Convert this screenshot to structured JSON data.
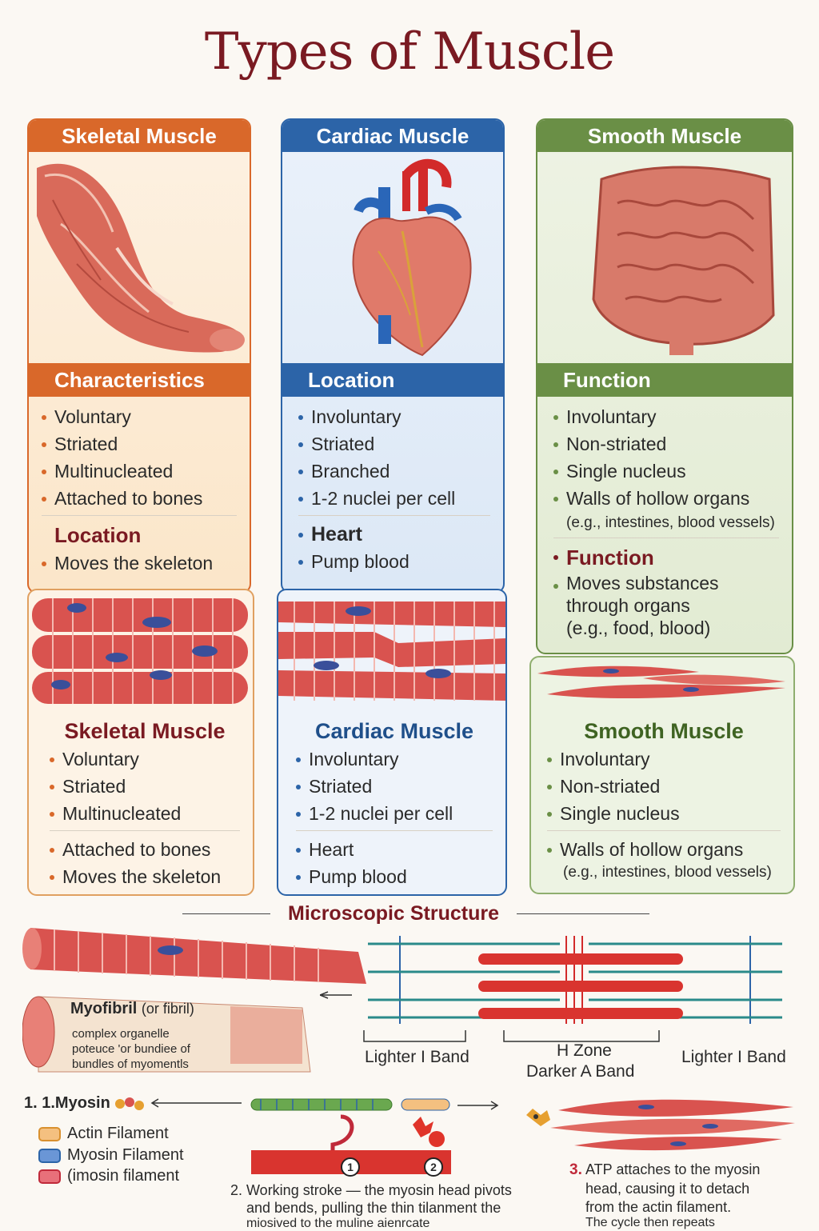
{
  "title": "Types of Muscle",
  "colors": {
    "skeletal": "#d9682a",
    "cardiac": "#2c64a8",
    "smooth": "#6a8f46",
    "title": "#7a1a22"
  },
  "skeletal": {
    "header": "Skeletal Muscle",
    "sub_header": "Characteristics",
    "traits": [
      "Voluntary",
      "Striated",
      "Multinucleated",
      "Attached to bones"
    ],
    "location_label": "Location",
    "location_items": [
      "Moves the skeleton"
    ],
    "card_title": "Skeletal Muscle",
    "card_items": [
      "Voluntary",
      "Striated",
      "Multinucleated"
    ],
    "card_items2": [
      "Attached to bones",
      "Moves the skeleton"
    ]
  },
  "cardiac": {
    "header": "Cardiac Muscle",
    "sub_header": "Location",
    "traits": [
      "Involuntary",
      "Striated",
      "Branched",
      "1-2 nuclei per cell"
    ],
    "location_items": [
      "Heart",
      "Pump blood"
    ],
    "card_title": "Cardiac Muscle",
    "card_items": [
      "Involuntary",
      "Striated",
      "1-2 nuclei per cell"
    ],
    "card_items2": [
      "Heart",
      "Pump blood"
    ]
  },
  "smooth": {
    "header": "Smooth Muscle",
    "sub_header": "Function",
    "traits": [
      "Involuntary",
      "Non-striated",
      "Single nucleus",
      "Walls of hollow organs"
    ],
    "traits_note": "(e.g., intestines, blood vessels)",
    "function_label": "Function",
    "function_items": [
      "Moves substances",
      "through organs",
      "(e.g., food, blood)"
    ],
    "card_title": "Smooth Muscle",
    "card_items": [
      "Involuntary",
      "Non-striated",
      "Single nucleus"
    ],
    "card_items2": [
      "Walls of hollow organs"
    ],
    "card_note": "(e.g., intestines, blood vessels)"
  },
  "micro": {
    "title": "Microscopic Structure",
    "myofibril_title": "Myofibril",
    "myofibril_suffix": "(or fibril)",
    "myofibril_desc": [
      "complex organelle",
      "poteuce 'or bundiee of",
      "bundles of myomentls"
    ],
    "band_left": "Lighter I Band",
    "band_h": "H Zone",
    "band_a": "Darker A Band",
    "band_right": "Lighter I Band"
  },
  "cycle": {
    "step1": "1.  1.Myosin",
    "legend": [
      "Actin Filament",
      "Myosin Filament",
      "(imosin filament"
    ],
    "marker1": "1",
    "marker2": "2",
    "step2": [
      "2. Working stroke — the myosin head pivots",
      "and bends, pulling the thin tilanment the",
      "miosived to the muline aienrcate"
    ],
    "step3_num": "3.",
    "step3": [
      "ATP attaches to the myosin",
      "head, causing it to detach",
      "from the actin filament.",
      "The cycle then repeats"
    ]
  }
}
